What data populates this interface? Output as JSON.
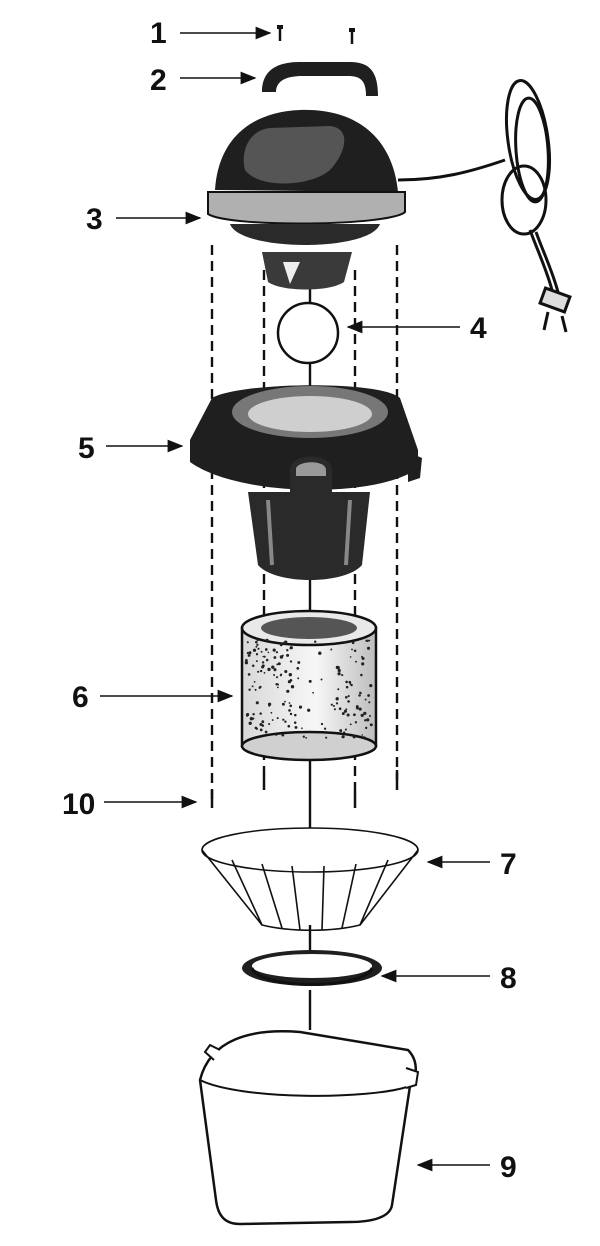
{
  "callouts": [
    {
      "id": "1",
      "label": "1"
    },
    {
      "id": "2",
      "label": "2"
    },
    {
      "id": "3",
      "label": "3"
    },
    {
      "id": "4",
      "label": "4"
    },
    {
      "id": "5",
      "label": "5"
    },
    {
      "id": "6",
      "label": "6"
    },
    {
      "id": "7",
      "label": "7"
    },
    {
      "id": "8",
      "label": "8"
    },
    {
      "id": "9",
      "label": "9"
    },
    {
      "id": "10",
      "label": "10"
    }
  ],
  "colors": {
    "ink": "#111111",
    "part_dark": "#1f1f1f",
    "part_mid": "#4a4a4a",
    "part_light": "#d9d9d9",
    "paper": "#ffffff"
  }
}
